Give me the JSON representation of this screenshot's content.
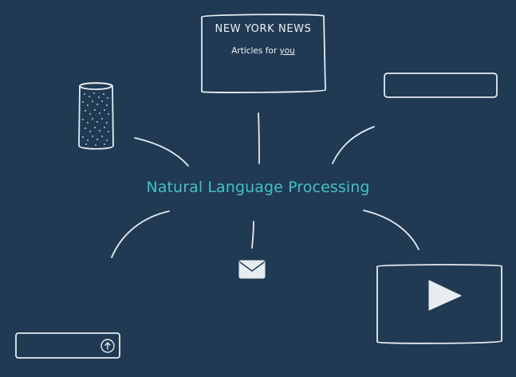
{
  "diagram": {
    "center_label": "Natural Language Processing",
    "news_card": {
      "title": "NEW YORK NEWS",
      "subtitle_prefix": "Articles for",
      "subtitle_emphasis": "you"
    },
    "icons": [
      "smart-speaker-icon",
      "news-card-icon",
      "search-bar-icon",
      "email-icon",
      "upload-bar-icon",
      "video-player-icon"
    ],
    "colors": {
      "background": "#1f3a52",
      "accent": "#43c1c6",
      "stroke": "#e6ecf0"
    }
  }
}
